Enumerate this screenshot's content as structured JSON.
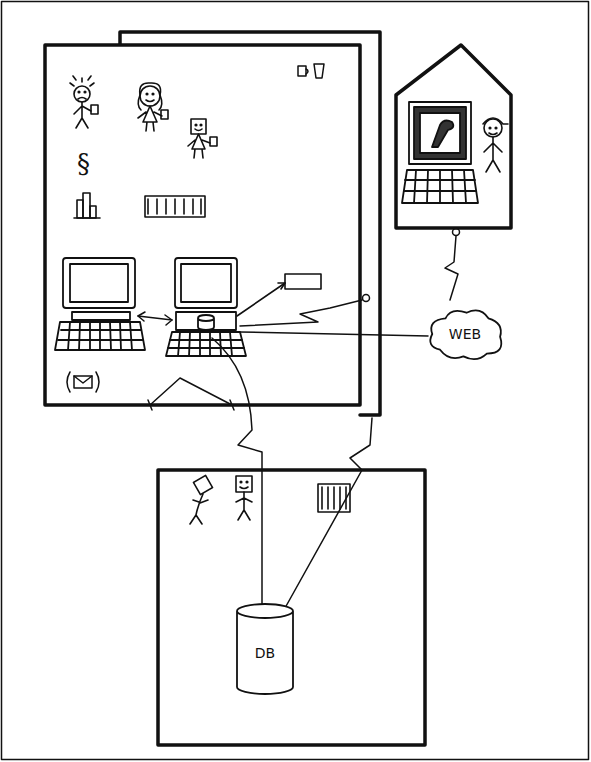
{
  "diagram": {
    "nodes": [
      {
        "text": [
          "WEB"
        ]
      },
      {
        "text": [
          "DB"
        ]
      }
    ],
    "labels": [
      "§"
    ]
  }
}
